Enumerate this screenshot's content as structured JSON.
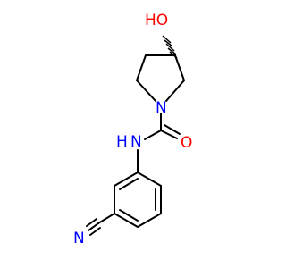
{
  "molecule": {
    "atoms": {
      "hydroxyl": {
        "label": "HO",
        "color": "#ff0000"
      },
      "ring_nitrogen": {
        "label": "N",
        "color": "#0000ff"
      },
      "amide_oxygen": {
        "label": "O",
        "color": "#ff0000"
      },
      "amide_nh": {
        "label": "N",
        "color": "#0000ff"
      },
      "amide_h": {
        "label": "H",
        "color": "#0000ff"
      },
      "nitrile_nitrogen": {
        "label": "N",
        "color": "#0000ff"
      }
    },
    "bond_color": "#000000"
  }
}
